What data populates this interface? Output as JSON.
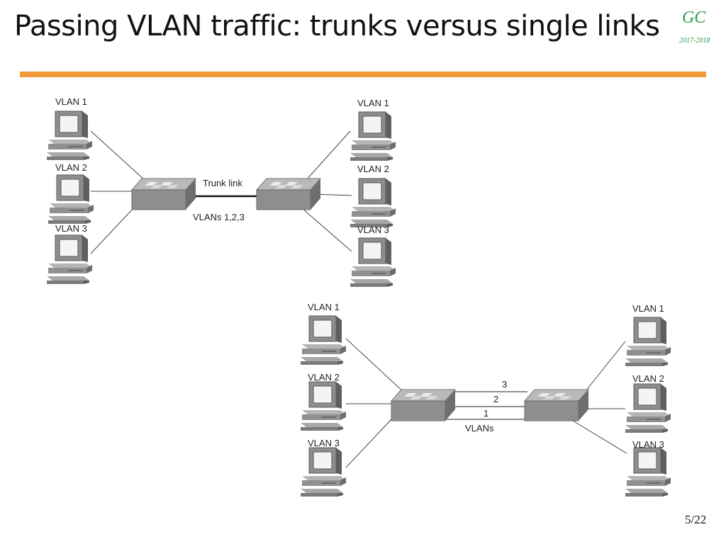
{
  "slide": {
    "title": "Passing VLAN traffic: trunks versus single links",
    "logo": "GC",
    "logo_year": "2017-2018",
    "page_number": "5/22",
    "accent_color": "#f39a38",
    "logo_color": "#2e9b4e"
  },
  "trunk_diagram": {
    "left_hosts": [
      "VLAN 1",
      "VLAN 2",
      "VLAN 3"
    ],
    "right_hosts": [
      "VLAN 1",
      "VLAN 2",
      "VLAN 3"
    ],
    "link_label": "Trunk link",
    "vlans_label": "VLANs 1,2,3"
  },
  "single_links_diagram": {
    "left_hosts": [
      "VLAN 1",
      "VLAN 2",
      "VLAN 3"
    ],
    "right_hosts": [
      "VLAN 1",
      "VLAN 2",
      "VLAN 3"
    ],
    "link_labels": [
      "3",
      "2",
      "1"
    ],
    "vlans_label": "VLANs"
  }
}
